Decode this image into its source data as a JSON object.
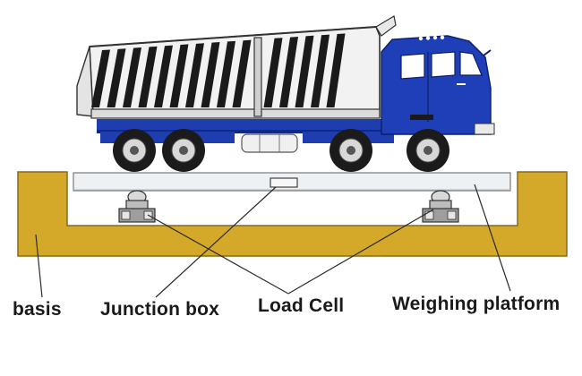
{
  "labels": {
    "basis": "basis",
    "junction_box": "Junction box",
    "load_cell": "Load Cell",
    "weighing_platform": "Weighing platform"
  },
  "colors": {
    "basis_fill": "#d4a92a",
    "basis_stroke": "#8a6a12",
    "platform_fill": "#eef1f4",
    "cab_blue": "#1f3fb8",
    "chassis_blue": "#1d3db0",
    "tipper_white": "#f2f2f2",
    "stripe": "#1a1a1a",
    "tire": "#1b1b1b",
    "rim": "#d8d8d8",
    "leader_line": "#2a2a2a"
  },
  "icons": {
    "vehicle": "dump-truck-icon",
    "load_cell": "load-cell-icon",
    "junction_box": "junction-box-icon"
  }
}
